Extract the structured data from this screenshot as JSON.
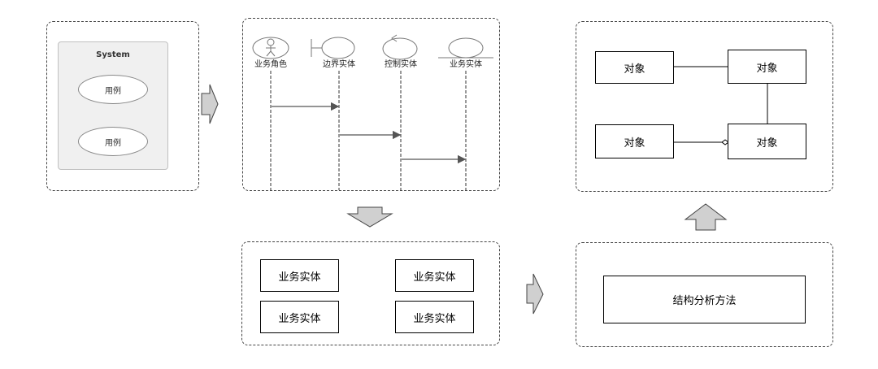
{
  "use_case_panel": {
    "system_title": "System",
    "use_cases": [
      "用例",
      "用例"
    ]
  },
  "sequence_panel": {
    "participants": [
      "业务角色",
      "边界实体",
      "控制实体",
      "业务实体"
    ]
  },
  "entity_panel": {
    "boxes": [
      "业务实体",
      "业务实体",
      "业务实体",
      "业务实体"
    ]
  },
  "structure_panel": {
    "box": "结构分析方法"
  },
  "object_panel": {
    "objects": [
      "对象",
      "对象",
      "对象",
      "对象"
    ]
  },
  "colors": {
    "panel_border": "#444444",
    "arrow_fill": "#d0d0d0",
    "system_bg": "#f0f0f0",
    "sequence_arrow": "#555555"
  }
}
